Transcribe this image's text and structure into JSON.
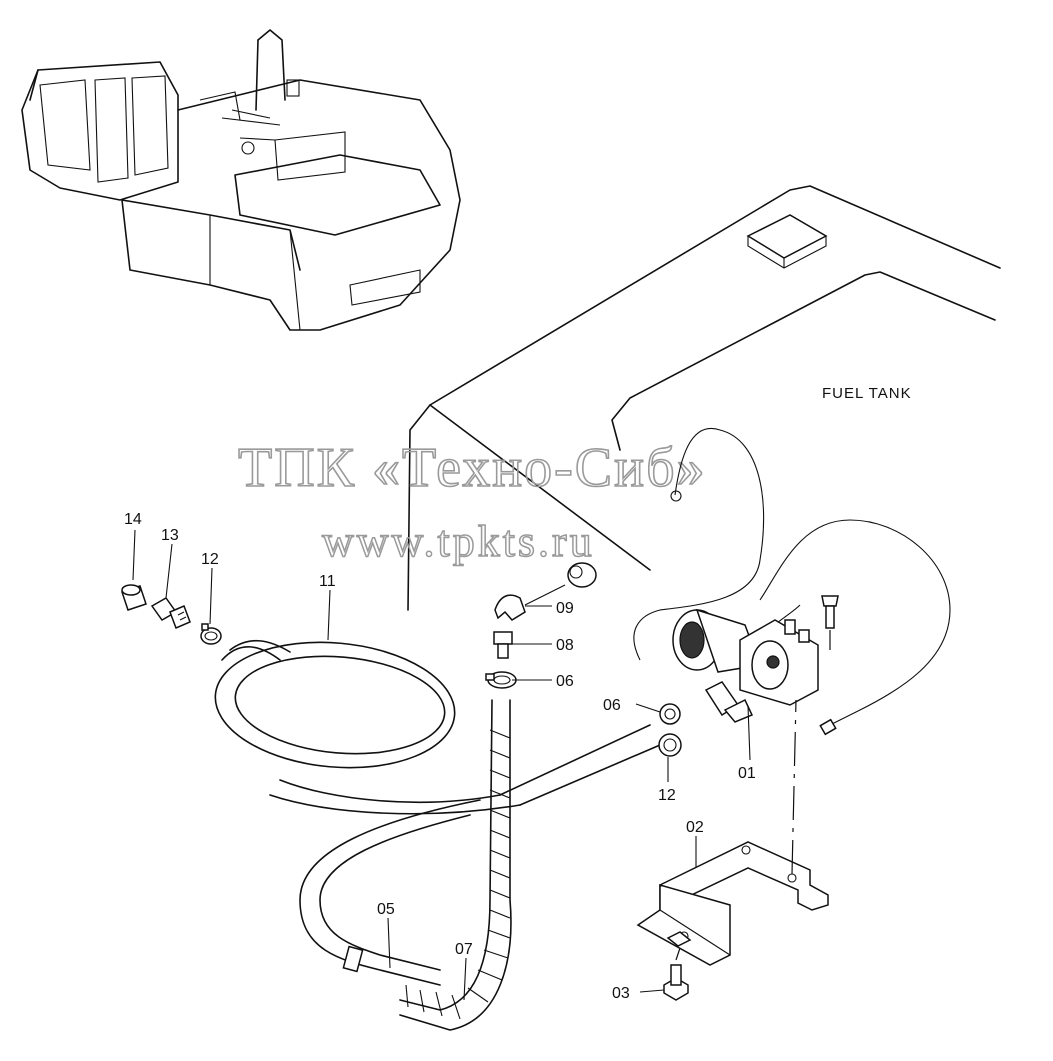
{
  "area_label": "FUEL TANK",
  "watermark": {
    "title": "ТПК «Техно-Сиб»",
    "url": "www.tpkts.ru"
  },
  "callouts": [
    {
      "id": "c14",
      "text": "14"
    },
    {
      "id": "c13",
      "text": "13"
    },
    {
      "id": "c12a",
      "text": "12"
    },
    {
      "id": "c11",
      "text": "11"
    },
    {
      "id": "c09",
      "text": "09"
    },
    {
      "id": "c08",
      "text": "08"
    },
    {
      "id": "c06a",
      "text": "06"
    },
    {
      "id": "c06b",
      "text": "06"
    },
    {
      "id": "c01",
      "text": "01"
    },
    {
      "id": "c12b",
      "text": "12"
    },
    {
      "id": "c02",
      "text": "02"
    },
    {
      "id": "c05",
      "text": "05"
    },
    {
      "id": "c07",
      "text": "07"
    },
    {
      "id": "c03",
      "text": "03"
    }
  ]
}
